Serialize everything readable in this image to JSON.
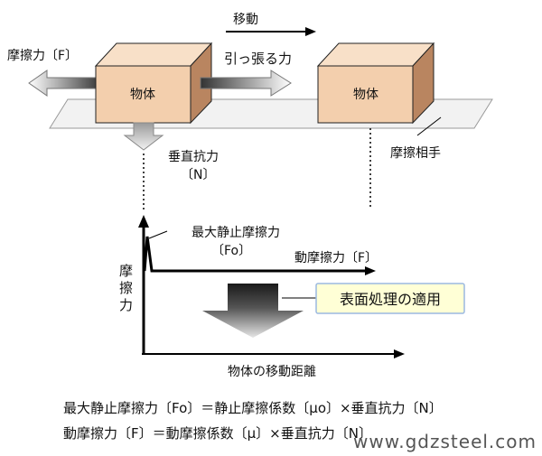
{
  "top": {
    "move_label": "移動",
    "friction_label": "摩擦力〔F〕",
    "pull_label": "引っ張る力",
    "box_left_label": "物体",
    "box_right_label": "物体",
    "normal_force_line1": "垂直抗力",
    "normal_force_line2": "〔N〕",
    "friction_partner_label": "摩擦相手"
  },
  "graph": {
    "max_static_line1": "最大静止摩擦力",
    "max_static_line2": "〔Fo〕",
    "kinetic_label": "動摩擦力〔F〕",
    "y_axis_char1": "摩",
    "y_axis_char2": "擦",
    "y_axis_char3": "力",
    "x_axis_label": "物体の移動距離",
    "surface_treatment_label": "表面処理の適用"
  },
  "formulas": {
    "line1": "最大静止摩擦力〔Fo〕＝静止摩擦係数〔μo〕×垂直抗力〔N〕",
    "line2": "動摩擦力〔F〕＝動摩擦係数〔μ〕×垂直抗力〔N〕"
  },
  "watermark": "www.gdzsteel.com",
  "colors": {
    "box_fill": "#f3cfad",
    "box_side": "#b98560",
    "box_top": "#f8e0c8",
    "plate_fill": "#f2f2f2",
    "callout_fill": "#ffffd6",
    "callout_stroke": "#9bb9e0"
  }
}
